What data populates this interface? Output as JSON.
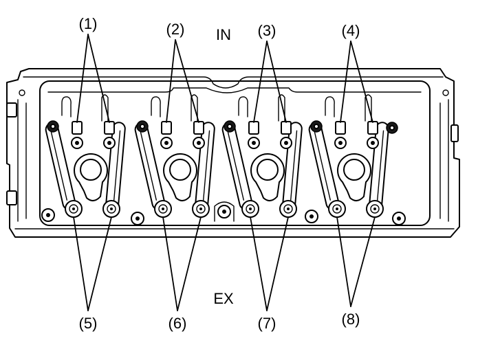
{
  "labels": {
    "in": "IN",
    "ex": "EX",
    "intake_callouts": [
      "(1)",
      "(2)",
      "(3)",
      "(4)"
    ],
    "exhaust_callouts": [
      "(5)",
      "(6)",
      "(7)",
      "(8)"
    ]
  },
  "colors": {
    "ink": "#000000",
    "paper": "#ffffff"
  }
}
